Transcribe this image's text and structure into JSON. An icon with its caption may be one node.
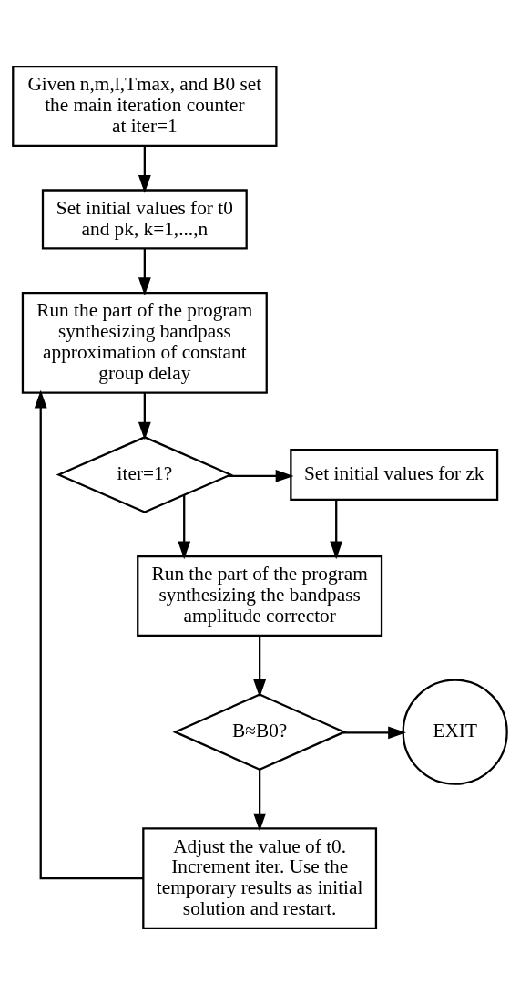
{
  "diagram": {
    "nodes": [
      {
        "text": [
          "Given n,m,l,Tmax, and B0 set the main iteration counter at iter=1"
        ]
      },
      {
        "text": [
          "Set initial values for t0 and pk, k=1,...,n"
        ]
      },
      {
        "text": [
          "Run the part of the program synthesizing bandpass approximation of constant group delay"
        ]
      },
      {
        "text": [
          "iter=1?"
        ]
      },
      {
        "text": [
          "Set initial values for zk"
        ]
      },
      {
        "text": [
          "Run the part of the program synthesizing the bandpass amplitude corrector"
        ]
      },
      {
        "text": [
          "B≈B0?"
        ]
      },
      {
        "text": [
          "EXIT"
        ]
      },
      {
        "text": [
          "Adjust the value of t0. Increment iter. Use the temporary results as initial solution and restart."
        ]
      }
    ],
    "edges": [
      {
        "from": 0,
        "to": 1,
        "arrow": "to"
      },
      {
        "from": 1,
        "to": 2,
        "arrow": "to"
      },
      {
        "from": 2,
        "to": 3,
        "arrow": "to"
      },
      {
        "from": 3,
        "to": 4,
        "arrow": "to"
      },
      {
        "from": 3,
        "to": 5,
        "arrow": "to"
      },
      {
        "from": 4,
        "to": 5,
        "arrow": "to"
      },
      {
        "from": 5,
        "to": 6,
        "arrow": "to"
      },
      {
        "from": 6,
        "to": 7,
        "arrow": "to"
      },
      {
        "from": 6,
        "to": 8,
        "arrow": "to"
      },
      {
        "from": 8,
        "to": 2,
        "arrow": "to"
      }
    ]
  }
}
